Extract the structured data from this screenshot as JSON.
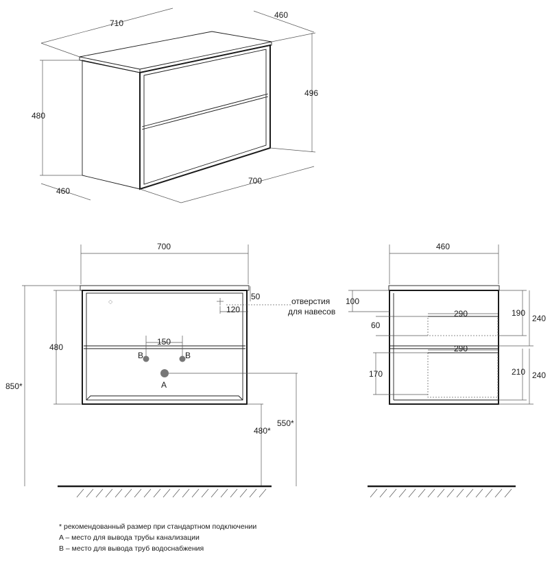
{
  "iso_view": {
    "width_top": "710",
    "depth_top": "460",
    "height_right": "496",
    "height_left": "480",
    "depth_bottom": "460",
    "width_bottom": "700"
  },
  "front_view": {
    "width": "700",
    "hole_offset_top": "50",
    "hole_offset_side": "120",
    "holes_label_line1": "отверстия",
    "holes_label_line2": "для навесов",
    "body_height": "480",
    "b_spacing": "150",
    "b_label": "B",
    "a_label": "A",
    "total_height": "850*",
    "floor_to_body": "480*",
    "floor_to_outlet": "550*"
  },
  "side_view": {
    "depth": "460",
    "hole_height": "100",
    "upper_shelf_width": "290",
    "upper_inner_height": "190",
    "upper_drawer_height": "240",
    "upper_gap": "60",
    "lower_shelf_width": "290",
    "lower_inner_height": "210",
    "lower_drawer_height": "240",
    "lower_gap": "170"
  },
  "notes": [
    "* рекомендованный размер при стандартном подключении",
    "A – место для вывода трубы канализации",
    "B – место для вывода труб водоснабжения"
  ]
}
